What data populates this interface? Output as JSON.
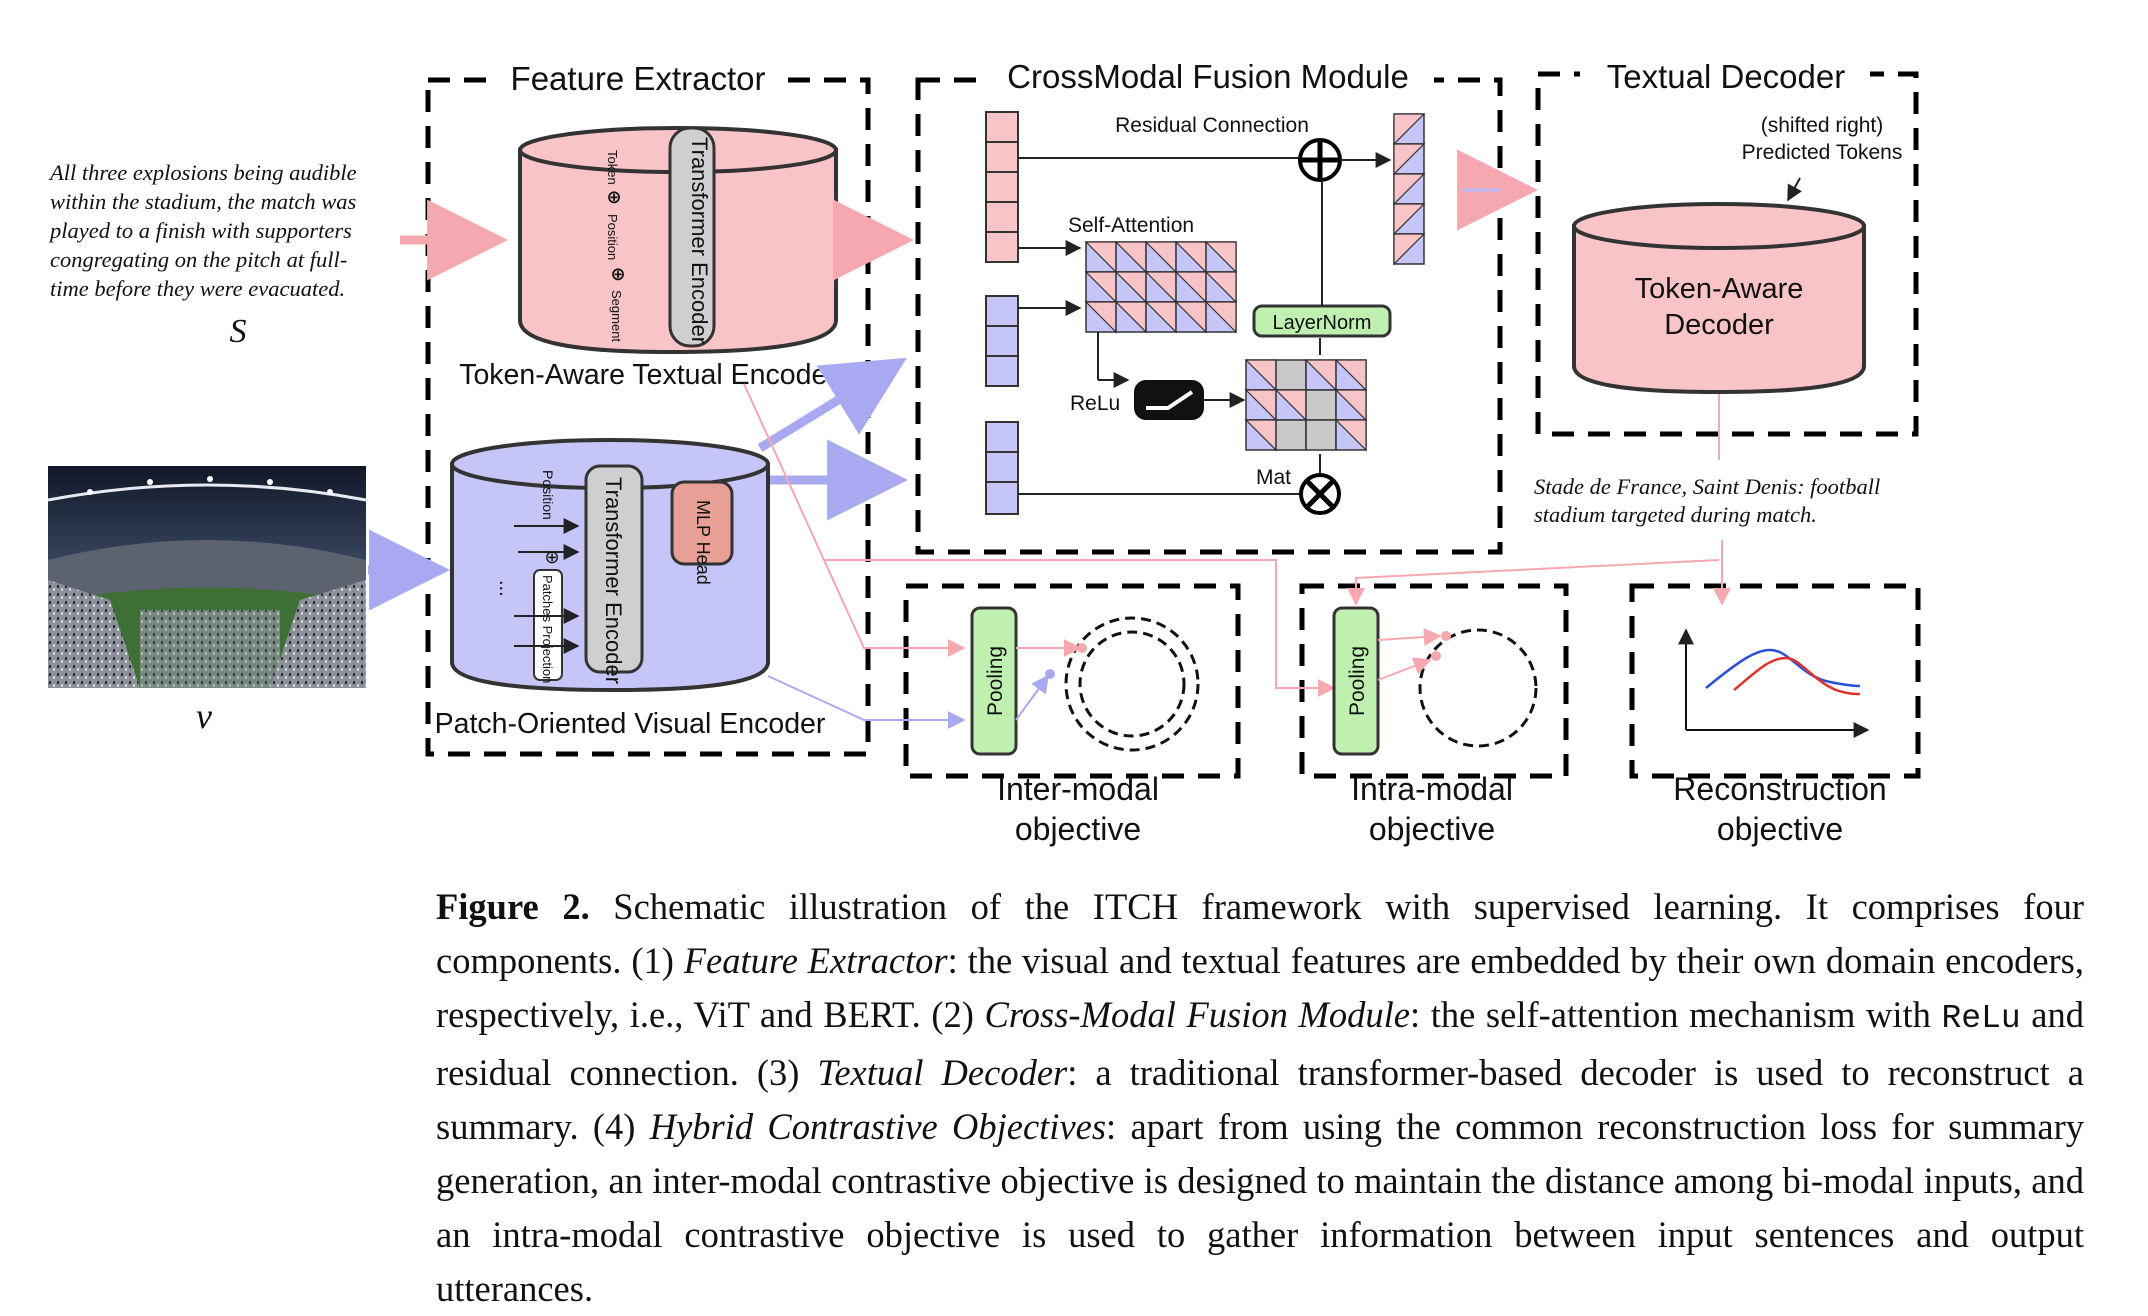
{
  "diagram": {
    "boxes": {
      "feature_extractor": "Feature Extractor",
      "crossmodal_fusion": "CrossModal Fusion Module",
      "textual_decoder": "Textual Decoder"
    },
    "input_text": {
      "lines": [
        "All three explosions being audible",
        "within the stadium, the match was",
        "played to a finish with supporters",
        "congregating on the pitch at full-",
        "time before they were evacuated."
      ],
      "symbol": "S"
    },
    "input_image": {
      "symbol": "v"
    },
    "textual_encoder": {
      "label": "Token-Aware Textual Encoder",
      "transformer": "Transformer Encoder",
      "embeddings": [
        "Token",
        "Position",
        "Segment"
      ]
    },
    "visual_encoder": {
      "label": "Patch-Oriented Visual Encoder",
      "transformer": "Transformer Encoder",
      "mlp_head": "MLP Head",
      "position": "Position",
      "patches": "Patches Projection",
      "dots": "..."
    },
    "fusion": {
      "residual": "Residual Connection",
      "self_attention": "Self-Attention",
      "layernorm": "LayerNorm",
      "relu": "ReLu",
      "mat": "Mat"
    },
    "decoder": {
      "shifted_line1": "(shifted right)",
      "shifted_line2": "Predicted Tokens",
      "block_line1": "Token-Aware",
      "block_line2": "Decoder",
      "output_line1": "Stade de France, Saint Denis: football",
      "output_line2": "stadium targeted during match."
    },
    "objectives": {
      "inter_line1": "Inter-modal",
      "inter_line2": "objective",
      "intra_line1": "Intra-modal",
      "intra_line2": "objective",
      "recon_line1": "Reconstruction",
      "recon_line2": "objective",
      "pooling": "Pooling"
    },
    "colors": {
      "text_pink": "#f8c4c8",
      "visual_purple": "#c5c5f7",
      "pooling_green": "#bff0b0",
      "mlp_salmon": "#e89f95",
      "gray": "#c9c9c9",
      "curve_blue": "#2a50d8",
      "curve_red": "#e0322b"
    }
  },
  "caption": {
    "label": "Figure 2.",
    "t1": " Schematic illustration of the ITCH framework with supervised learning. It comprises four components. (1) ",
    "fe": "Feature Extractor",
    "t2": ": the visual and textual features are embedded by their own domain encoders, respectively, i.e., ViT and BERT. (2) ",
    "cmf": "Cross-Modal Fusion Module",
    "t3": ": the self-attention mechanism with ",
    "relu": "ReLu",
    "t4": " and residual connection. (3) ",
    "td": "Textual Decoder",
    "t5": ": a traditional transformer-based decoder is used to reconstruct a summary. (4) ",
    "hco": "Hybrid Contrastive Objectives",
    "t6": ": apart from using the common reconstruction loss for summary generation, an inter-modal contrastive objective is designed to maintain the distance among bi-modal inputs, and an intra-modal contrastive objective is used to gather information between input sentences and output utterances."
  }
}
